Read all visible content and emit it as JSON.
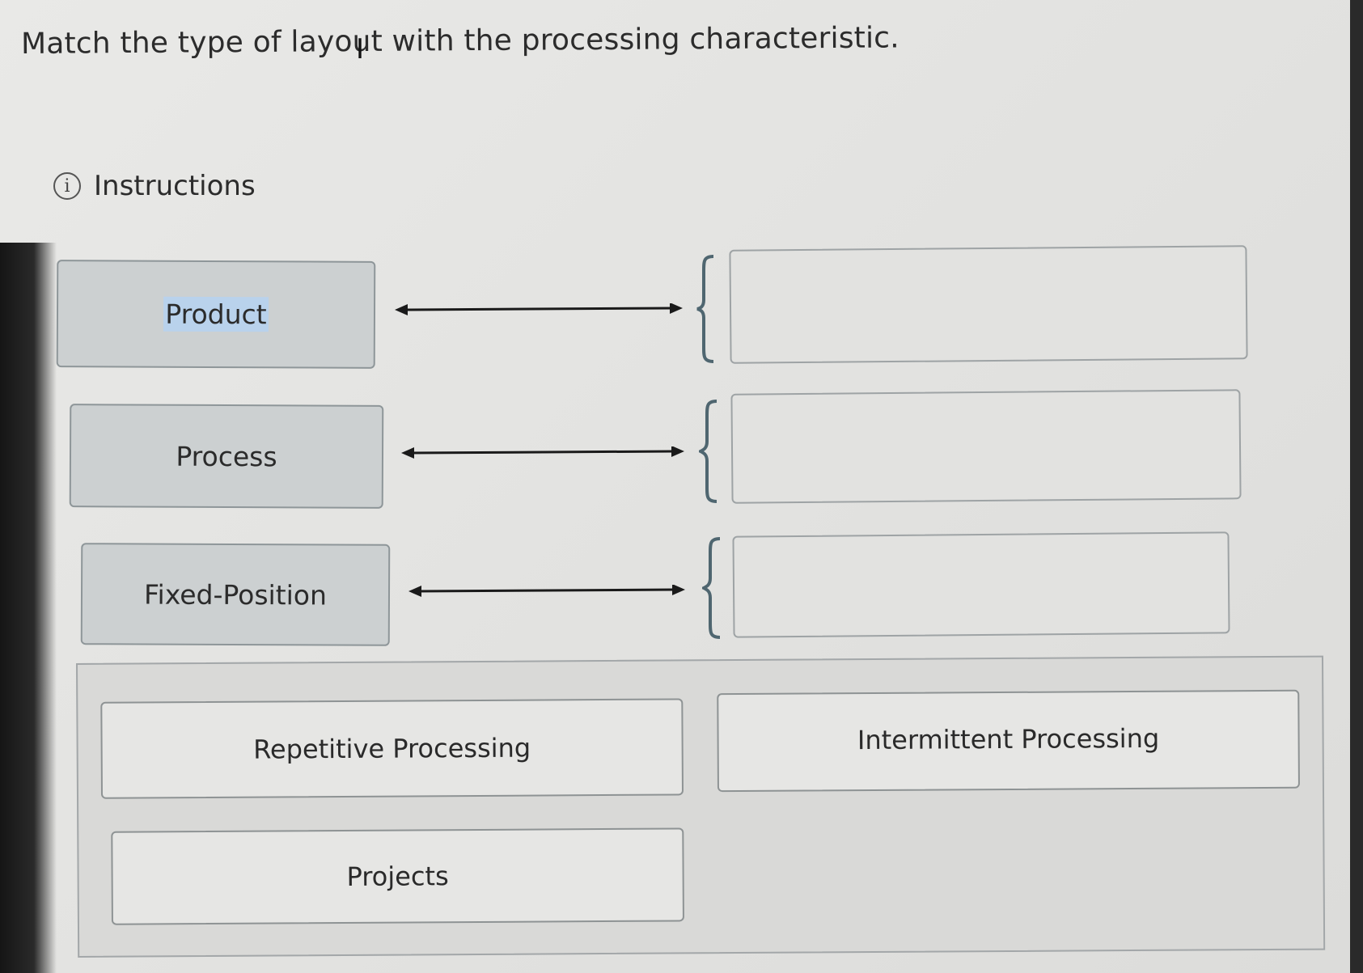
{
  "question": {
    "title": "Match the type of layout with the processing characteristic."
  },
  "instructions": {
    "label": "Instructions",
    "icon": "info-icon"
  },
  "terms": [
    {
      "label": "Product",
      "highlighted": true
    },
    {
      "label": "Process",
      "highlighted": false
    },
    {
      "label": "Fixed-Position",
      "highlighted": false
    }
  ],
  "choices": [
    {
      "label": "Repetitive Processing"
    },
    {
      "label": "Intermittent Processing"
    },
    {
      "label": "Projects"
    }
  ],
  "colors": {
    "highlight": "#b9d2ec",
    "term_bg": "#ccd0d1",
    "brace": "#4f6670"
  }
}
